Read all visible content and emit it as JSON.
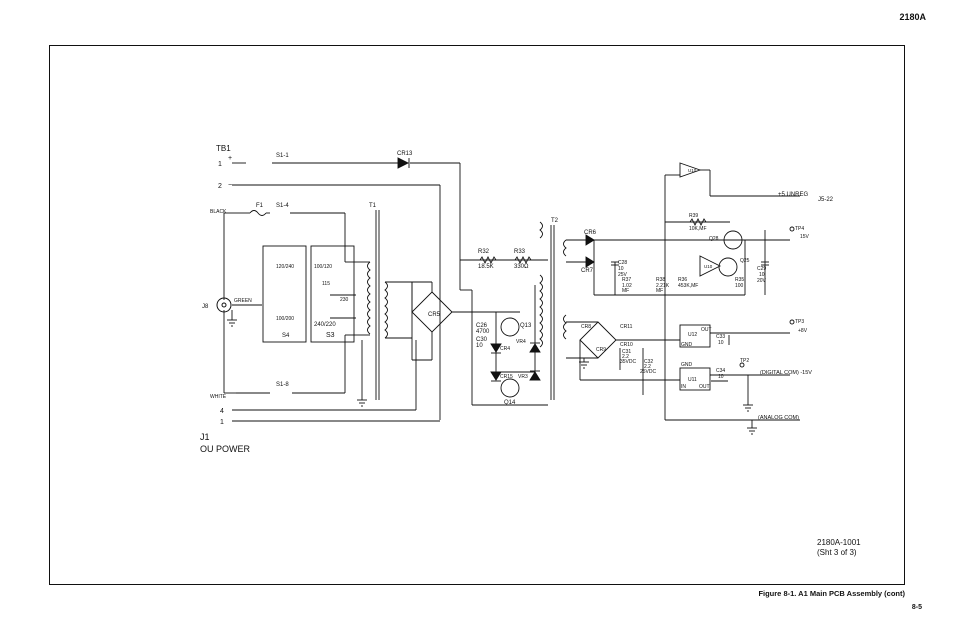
{
  "header": {
    "model": "2180A"
  },
  "figure": {
    "caption": "Figure 8-1. A1 Main PCB Assembly (cont)",
    "page_number": "8-5"
  },
  "drawing": {
    "number": "2180A-1001",
    "sheet": "(Sht 3 of 3)"
  },
  "schematic": {
    "tb1": "TB1",
    "tb1_pin1": "1",
    "tb1_pin2": "2",
    "plus": "+",
    "minus": "−",
    "s1_1": "S1-1",
    "s1_4": "S1-4",
    "s1_8": "S1-8",
    "f1": "F1",
    "black": "BLACK",
    "green": "GREEN",
    "white": "WHITE",
    "j8": "J8",
    "s4": "S4",
    "s3": "S3",
    "sel_100_200": "100/200",
    "sel_120_240": "120/240",
    "sel_100_120": "100/120",
    "sel_240_220": "240/220",
    "tap_115": "115",
    "tap_230": "230",
    "t1": "T1",
    "t2": "T2",
    "cr13": "CR13",
    "cr5": "CR5",
    "cr6": "CR6",
    "cr7": "CR7",
    "cr4": "CR4",
    "vr4": "VR4",
    "cr15": "CR15",
    "vr3": "VR3",
    "cr8": "CR8",
    "cr9": "CR9",
    "cr10": "CR10",
    "cr11": "CR11",
    "r32": "R32",
    "r32_val": "18.5K",
    "r33": "R33",
    "r33_val": "330Ω",
    "r39": "R39",
    "r39_val": "10K,MF",
    "r37": "R37",
    "r37_val": "1.02",
    "r37_val2": "MF",
    "r38": "R38",
    "r38_val": "2.21K",
    "r38_val2": "MF",
    "r36": "R36",
    "r36_val": "453K,MF",
    "r35": "R35",
    "r35_val": "100",
    "c26": "C26",
    "c26_val": "4700",
    "c30": "C30",
    "c30_val": "10",
    "c28": "C28",
    "c28_val": "10",
    "c28_val2": "25V",
    "c29": "C29",
    "c29_val": "10",
    "c29_val2": "20V",
    "c31": "C31",
    "c31_val": "2.2",
    "c31_val2": "35VDC",
    "c32": "C32",
    "c32_val": "2.2",
    "c32_val2": "25VDC",
    "c33": "C33",
    "c33_val": "10",
    "c34": "C34",
    "c34_val": "10",
    "q13": "Q13",
    "q14": "Q14",
    "q28": "Q28",
    "q25": "Q25",
    "u10": "U10",
    "u12": "U12",
    "u11": "U11",
    "in": "IN",
    "out": "OUT",
    "gnd": "GND",
    "plus5_unreg": "+5 UNREG",
    "j5_22": "J5-22",
    "tp4": "TP4",
    "tp4_val": "15V",
    "tp3": "TP3",
    "tp3_val": "+8V",
    "tp2": "TP2",
    "digital_com": "(DIGITAL COM) -15V",
    "analog_com": "(ANALOG COM)",
    "j1": "J1",
    "j1_pin4": "4",
    "j1_pin1": "1",
    "ou_power": "OU POWER"
  }
}
